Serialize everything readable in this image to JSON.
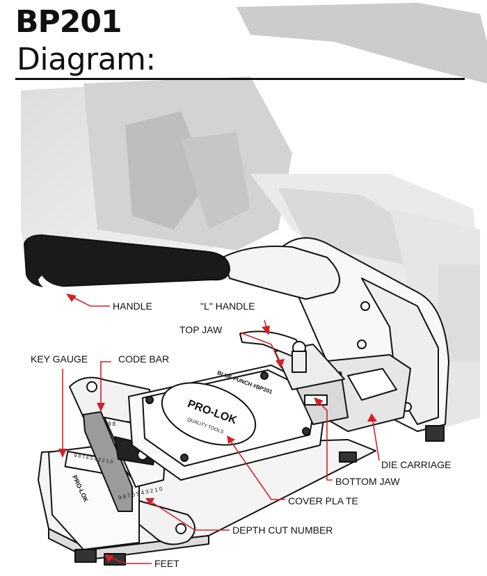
{
  "header": {
    "title": "BP201",
    "subtitle": "Diagram:"
  },
  "device": {
    "brand": "PRO-LOK",
    "brand_tagline": "QUALITY TOOLS",
    "model_stamp": "BLUE PUNCH #BP201",
    "gauge_brand": "PRO-LOK",
    "gauge_numbers": "9 8 7 6 5 4 3 2 1 0",
    "depth_numbers": "9 8 7 6 5 4 3 2 1 0",
    "code_numbers": "9 8"
  },
  "callouts": [
    {
      "id": "handle",
      "label": "HANDLE"
    },
    {
      "id": "l-handle",
      "label": "\"L\" HANDLE"
    },
    {
      "id": "top-jaw",
      "label": "TOP JAW"
    },
    {
      "id": "key-gauge",
      "label": "KEY GAUGE"
    },
    {
      "id": "code-bar",
      "label": "CODE BAR"
    },
    {
      "id": "die-carriage",
      "label": "DIE CARRIAGE"
    },
    {
      "id": "bottom-jaw",
      "label": "BOTTOM JAW"
    },
    {
      "id": "cover-plate",
      "label": "COVER PLA TE"
    },
    {
      "id": "depth-cut-number",
      "label": "DEPTH CUT NUMBER"
    },
    {
      "id": "feet",
      "label": "FEET"
    }
  ],
  "colors": {
    "callout": "#d32027",
    "ink": "#111111",
    "ghost": "#c9c9c9"
  }
}
